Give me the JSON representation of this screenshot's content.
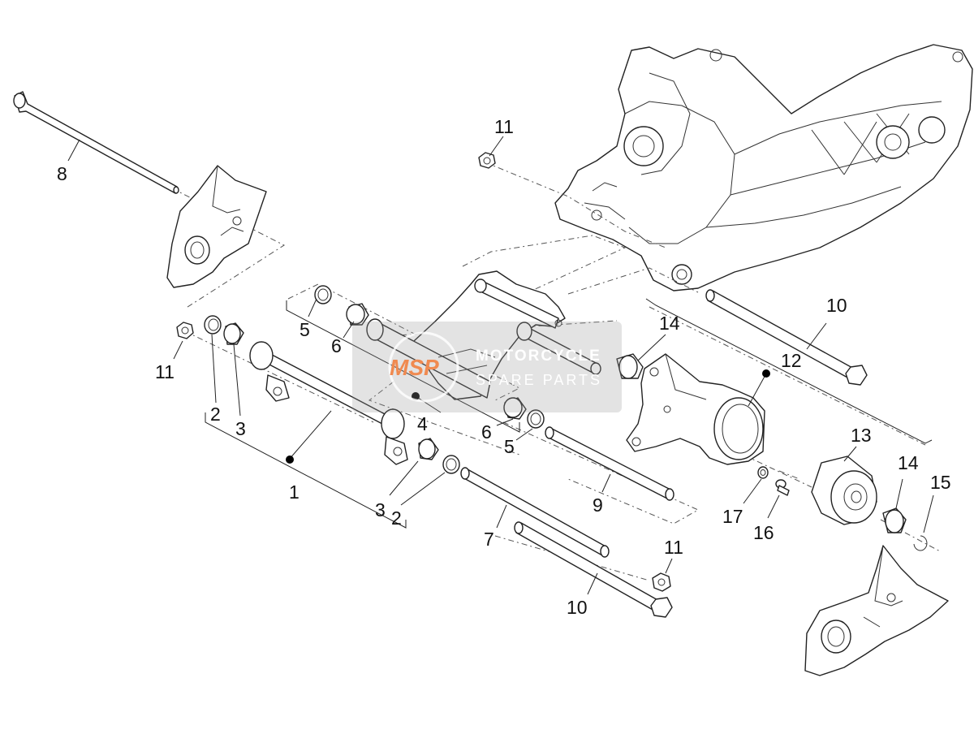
{
  "watermark": {
    "logo": "MSP",
    "line1": "MOTORCYCLE",
    "line2": "SPARE PARTS",
    "accent_color": "#f08a50"
  },
  "callouts": {
    "p1": "1",
    "p2a": "2",
    "p2b": "2",
    "p3a": "3",
    "p3b": "3",
    "p4": "4",
    "p5a": "5",
    "p5b": "5",
    "p6a": "6",
    "p6b": "6",
    "p7": "7",
    "p8": "8",
    "p9": "9",
    "p10a": "10",
    "p10b": "10",
    "p11a": "11",
    "p11b": "11",
    "p11c": "11",
    "p12": "12",
    "p13": "13",
    "p14a": "14",
    "p14b": "14",
    "p15": "15",
    "p16": "16",
    "p17": "17"
  }
}
